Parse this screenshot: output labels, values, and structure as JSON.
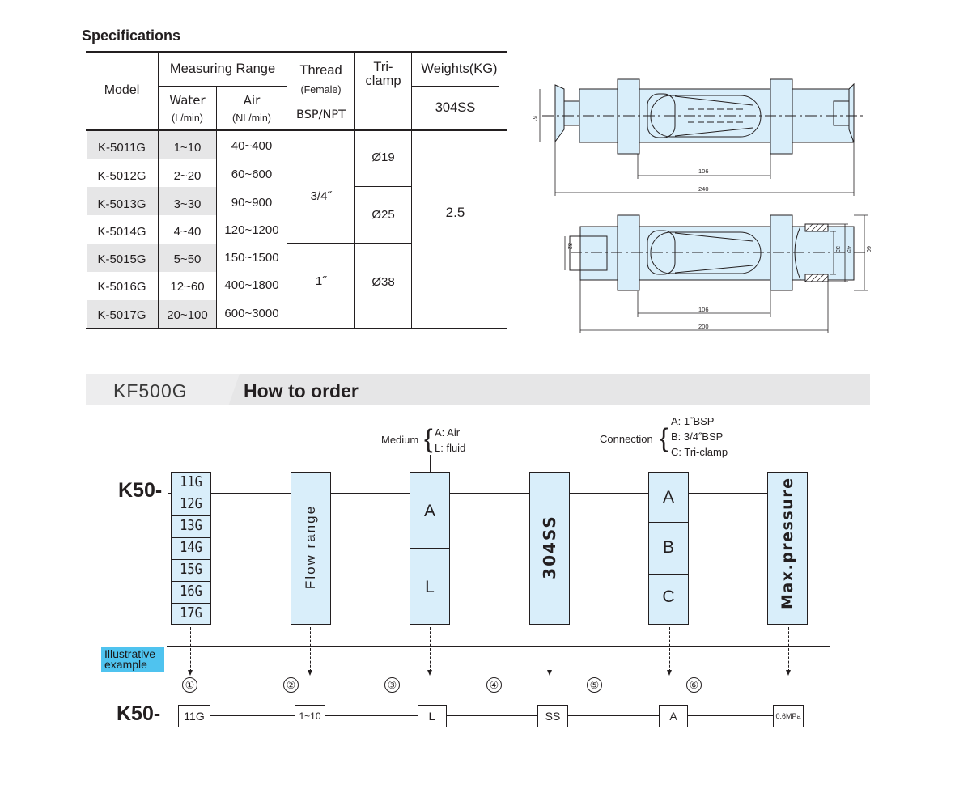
{
  "spec_title": "Specifications",
  "table": {
    "header": {
      "model": "Model",
      "measuring_range": "Measuring Range",
      "water": "Water",
      "water_unit": "(L/min)",
      "air": "Air",
      "air_unit": "(NL/min)",
      "thread": "Thread",
      "thread_sub": "(Female)",
      "thread_std": "BSP/NPT",
      "triclamp": "Tri-\nclamp",
      "weights": "Weights(KG)",
      "material": "304SS"
    },
    "rows": [
      {
        "model": "K-5011G",
        "water": "1~10",
        "air": "40~400"
      },
      {
        "model": "K-5012G",
        "water": "2~20",
        "air": "60~600"
      },
      {
        "model": "K-5013G",
        "water": "3~30",
        "air": "90~900"
      },
      {
        "model": "K-5014G",
        "water": "4~40",
        "air": "120~1200"
      },
      {
        "model": "K-5015G",
        "water": "5~50",
        "air": "150~1500"
      },
      {
        "model": "K-5016G",
        "water": "12~60",
        "air": "400~1800"
      },
      {
        "model": "K-5017G",
        "water": "20~100",
        "air": "600~3000"
      }
    ],
    "thread_groups": [
      "3/4˝",
      "1˝"
    ],
    "triclamp_groups": [
      "Ø19",
      "Ø25",
      "Ø38"
    ],
    "weight": "2.5"
  },
  "drawing_top": {
    "d1": "51",
    "d2": "106",
    "d3": "240"
  },
  "drawing_bottom": {
    "d1": "32",
    "d2": "33",
    "d3": "45",
    "d4": "60",
    "d5": "106",
    "d6": "200"
  },
  "order": {
    "tab": "KF500G",
    "title": "How to order",
    "prefix": "K50-",
    "medium_label": "Medium",
    "medium_options": "A: Air\nL: fluid",
    "connection_label": "Connection",
    "connection_options": "A: 1˝BSP\nB: 3/4˝BSP\nC: Tri-clamp",
    "codes": [
      "11G",
      "12G",
      "13G",
      "14G",
      "15G",
      "16G",
      "17G"
    ],
    "flow_range": "Flow range",
    "medium_codes": [
      "A",
      "L"
    ],
    "material": "304SS",
    "conn_codes": [
      "A",
      "B",
      "C"
    ],
    "max_pressure": "Max.pressure",
    "illustrative": "Illustrative\nexample",
    "steps": [
      "①",
      "②",
      "③",
      "④",
      "⑤",
      "⑥"
    ],
    "example": [
      "11G",
      "1~10",
      "L",
      "SS",
      "A",
      "0.6MPa"
    ]
  }
}
